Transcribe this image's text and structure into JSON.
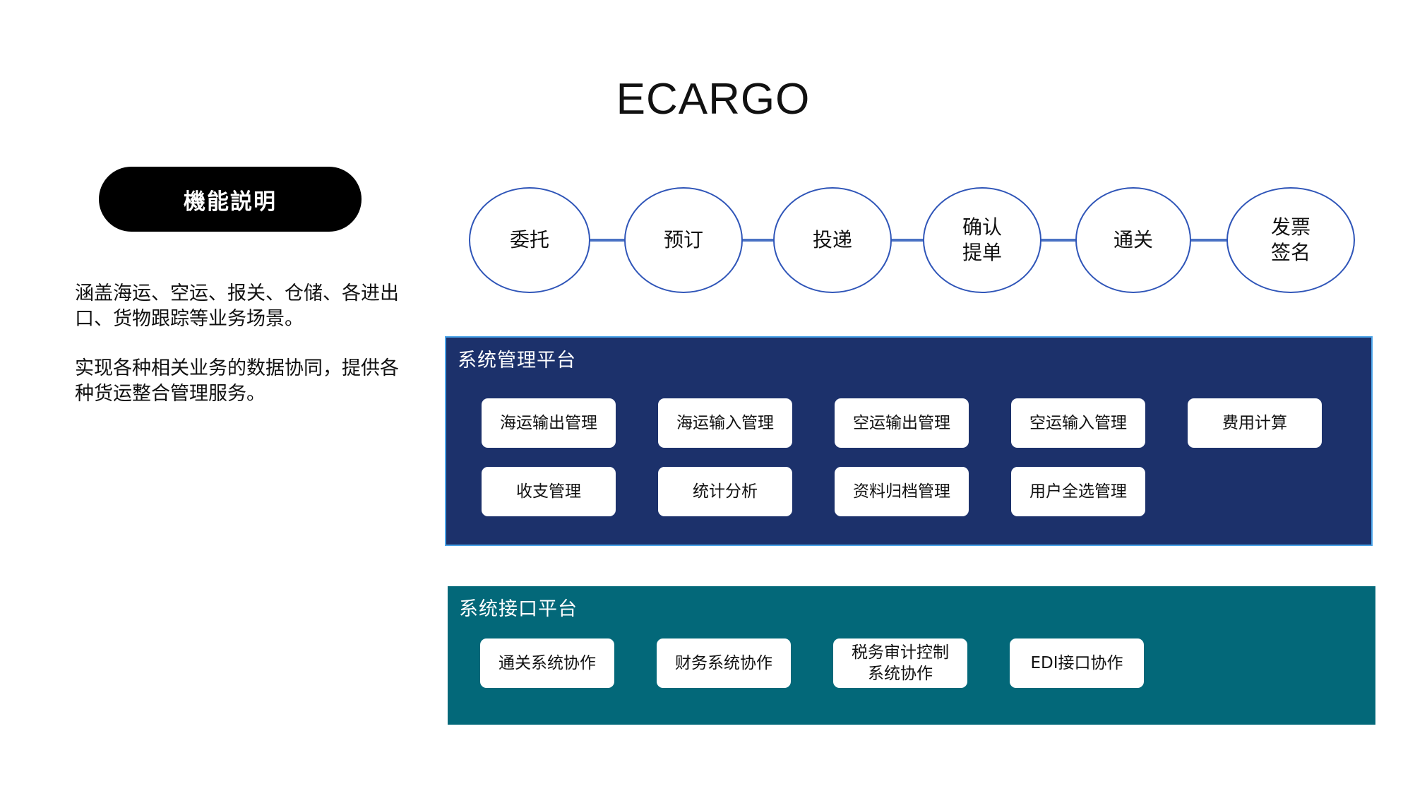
{
  "title": "ECARGO",
  "section_label": "機能説明",
  "description": [
    "涵盖海运、空运、报关、仓储、各进出口、货物跟踪等业务场景。",
    "实现各种相关业务的数据协同，提供各种货运整合管理服务。"
  ],
  "flow_steps": [
    "委托",
    "预订",
    "投递",
    "确认\n提单",
    "通关",
    "发票\n签名"
  ],
  "management_platform": {
    "title": "系统管理平台",
    "modules": [
      "海运输出管理",
      "海运输入管理",
      "空运输出管理",
      "空运输入管理",
      "费用计算",
      "收支管理",
      "统计分析",
      "资料归档管理",
      "用户全选管理"
    ]
  },
  "interface_platform": {
    "title": "系统接口平台",
    "modules": [
      "通关系统协作",
      "财务系统协作",
      "税务审计控制\n系统协作",
      "EDI接口协作"
    ]
  },
  "colors": {
    "management_bg": "#1c316b",
    "interface_bg": "#036879",
    "flow_border": "#2f55b8",
    "connector": "#4a72c4"
  }
}
